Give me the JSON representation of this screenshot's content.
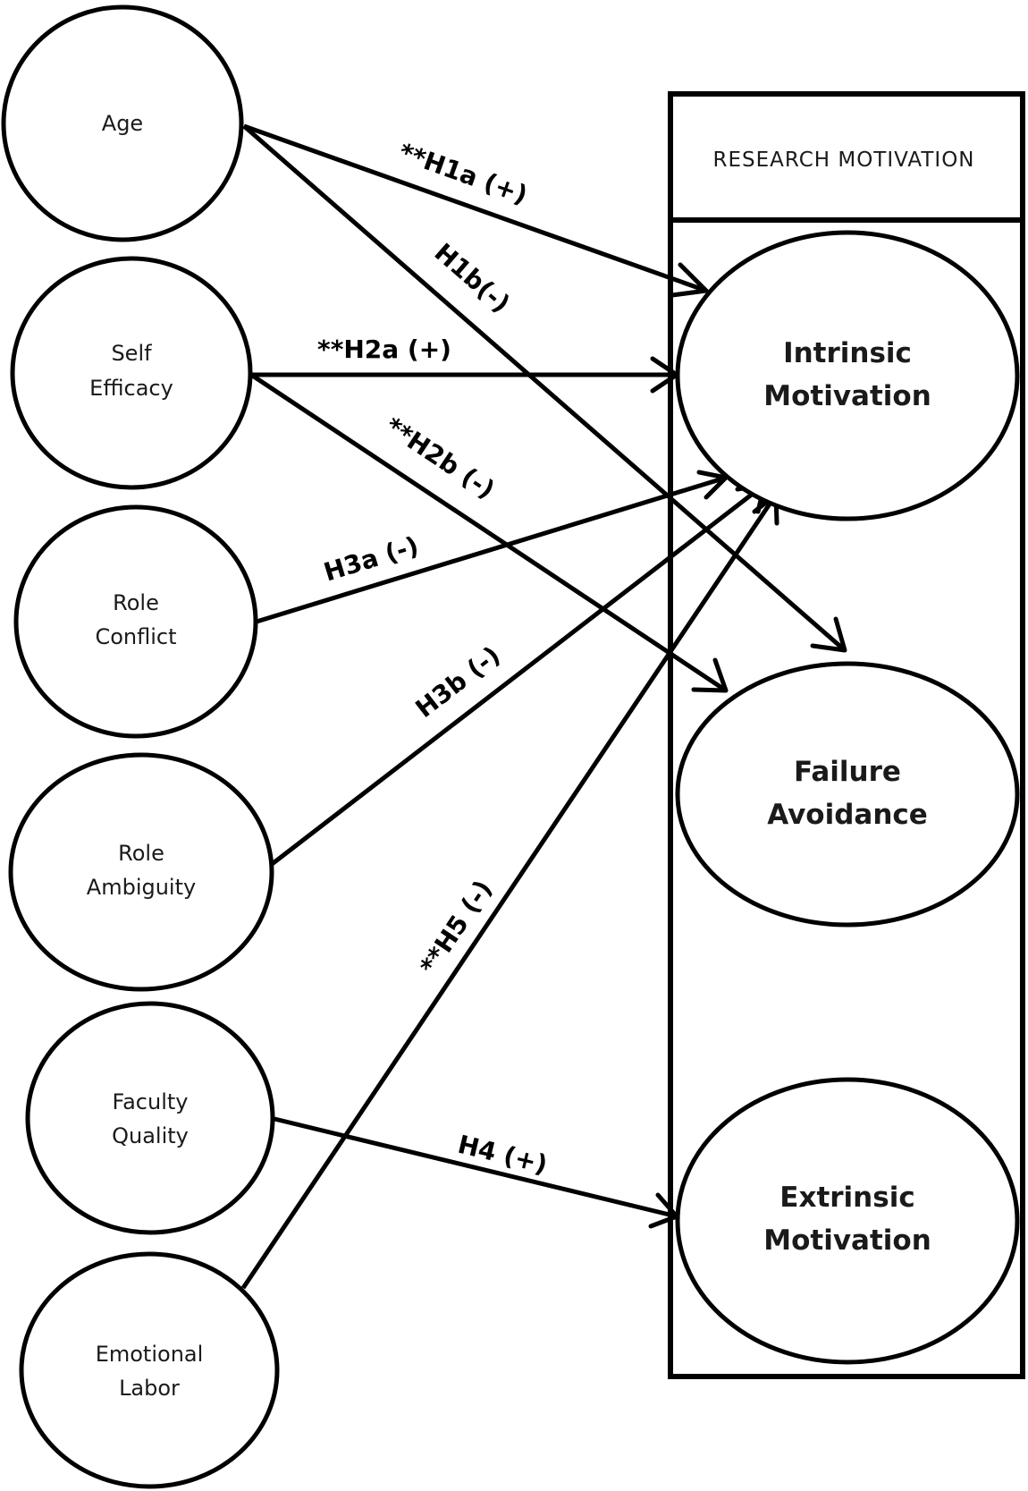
{
  "diagram": {
    "box_title": "RESEARCH MOTIVATION",
    "predictors": [
      {
        "id": "age",
        "lines": [
          "Age"
        ]
      },
      {
        "id": "self_efficacy",
        "lines": [
          "Self",
          "Efficacy"
        ]
      },
      {
        "id": "role_conflict",
        "lines": [
          "Role",
          "Conflict"
        ]
      },
      {
        "id": "role_ambiguity",
        "lines": [
          "Role",
          "Ambiguity"
        ]
      },
      {
        "id": "faculty_quality",
        "lines": [
          "Faculty",
          "Quality"
        ]
      },
      {
        "id": "emotional_labor",
        "lines": [
          "Emotional",
          "Labor"
        ]
      }
    ],
    "outcomes": [
      {
        "id": "intrinsic",
        "lines": [
          "Intrinsic",
          "Motivation"
        ]
      },
      {
        "id": "failure",
        "lines": [
          "Failure",
          "Avoidance"
        ]
      },
      {
        "id": "extrinsic",
        "lines": [
          "Extrinsic",
          "Motivation"
        ]
      }
    ],
    "hypotheses": [
      {
        "label": "**H1a (+)",
        "from": "age",
        "to": "intrinsic"
      },
      {
        "label": "H1b(-)",
        "from": "age",
        "to": "failure"
      },
      {
        "label": "**H2a (+)",
        "from": "self_efficacy",
        "to": "intrinsic"
      },
      {
        "label": "**H2b (-)",
        "from": "self_efficacy",
        "to": "failure"
      },
      {
        "label": "H3a (-)",
        "from": "role_conflict",
        "to": "intrinsic"
      },
      {
        "label": "H3b (-)",
        "from": "role_ambiguity",
        "to": "intrinsic"
      },
      {
        "label": "H4 (+)",
        "from": "faculty_quality",
        "to": "extrinsic"
      },
      {
        "label": "**H5 (-)",
        "from": "emotional_labor",
        "to": "intrinsic"
      }
    ]
  }
}
